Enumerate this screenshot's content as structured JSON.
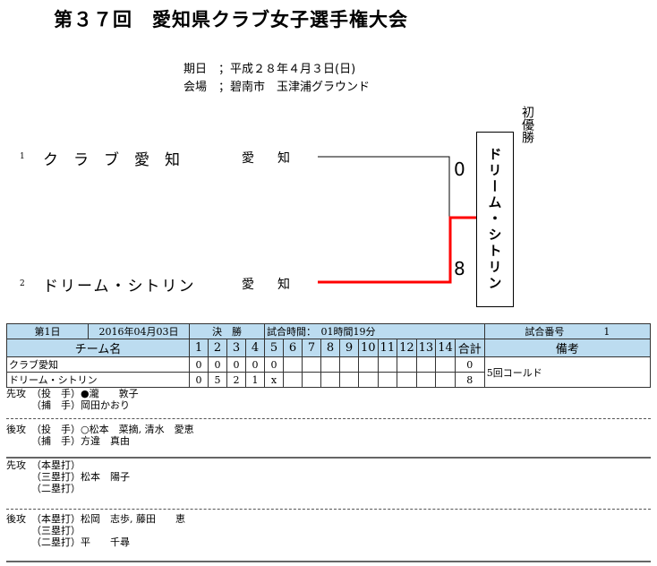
{
  "title": "第３７回　愛知県クラブ女子選手権大会",
  "info": {
    "date": "期日　；平成２８年４月３日(日)",
    "venue": "会場　；碧南市　玉津浦グラウンド"
  },
  "bracket": {
    "teams": [
      {
        "seed": "1",
        "name": "クラブ愛知",
        "pref": "愛知",
        "score": "0"
      },
      {
        "seed": "2",
        "name": "ドリーム・シトリン",
        "pref": "愛知",
        "score": "8"
      }
    ],
    "winner": "ドリーム・シトリン",
    "first_title": "初優勝",
    "line_color": "#ff0000"
  },
  "game": {
    "day": "第1日",
    "date": "2016年04月03日",
    "round": "決　勝",
    "time": "試合時間：　01時間19分",
    "number_label": "試合番号",
    "number": "1",
    "headers": {
      "team": "チーム名",
      "innings": [
        "1",
        "2",
        "3",
        "4",
        "5",
        "6",
        "7",
        "8",
        "9",
        "10",
        "11",
        "12",
        "13",
        "14"
      ],
      "total": "合計",
      "notes": "備考"
    },
    "rows": [
      {
        "team": "クラブ愛知",
        "innings": [
          "0",
          "0",
          "0",
          "0",
          "0",
          "",
          "",
          "",
          "",
          "",
          "",
          "",
          "",
          ""
        ],
        "total": "0"
      },
      {
        "team": "ドリーム・シトリン",
        "innings": [
          "0",
          "5",
          "2",
          "1",
          "x",
          "",
          "",
          "",
          "",
          "",
          "",
          "",
          "",
          ""
        ],
        "total": "8"
      }
    ],
    "notes": "5回コールド"
  },
  "details": [
    {
      "side": "先攻",
      "lines": [
        "（投　手）●瀧　　敦子",
        "（捕　手）岡田かおり"
      ]
    },
    {
      "side": "後攻",
      "lines": [
        "（投　手）○松本　菜摘, 清水　愛恵",
        "（捕　手）方違　真由"
      ]
    },
    {
      "side": "先攻",
      "lines": [
        "（本塁打）",
        "（三塁打）松本　陽子",
        "（二塁打）"
      ]
    },
    {
      "side": "後攻",
      "lines": [
        "（本塁打）松岡　志歩, 藤田　　恵",
        "（三塁打）",
        "（二塁打）平　　千尋"
      ]
    }
  ]
}
